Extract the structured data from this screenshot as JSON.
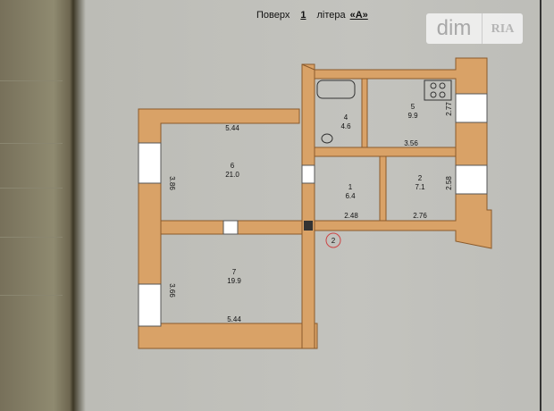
{
  "header": {
    "floor_label": "Поверх",
    "floor_value": "1",
    "letter_label": "літера",
    "letter_value": "«А»"
  },
  "watermark": {
    "dim": "dim",
    "ria": "RIA"
  },
  "plan": {
    "rooms": [
      {
        "id": "6",
        "area": "21.0"
      },
      {
        "id": "7",
        "area": "19.9"
      },
      {
        "id": "4",
        "area": "4.6"
      },
      {
        "id": "5",
        "area": "9.9"
      },
      {
        "id": "1",
        "area": "6.4"
      },
      {
        "id": "2",
        "area": "7.1"
      }
    ],
    "dimensions": {
      "top6": "5.44",
      "left6": "3.86",
      "left7": "3.66",
      "bottom7": "5.44",
      "right5": "2.77",
      "mid": "3.56",
      "right2": "2.58",
      "bottom1": "2.48",
      "bottom2": "2.76"
    },
    "entrance_marker": "2",
    "colors": {
      "wall": "#d9a267",
      "outline": "#8a5a2b"
    }
  }
}
